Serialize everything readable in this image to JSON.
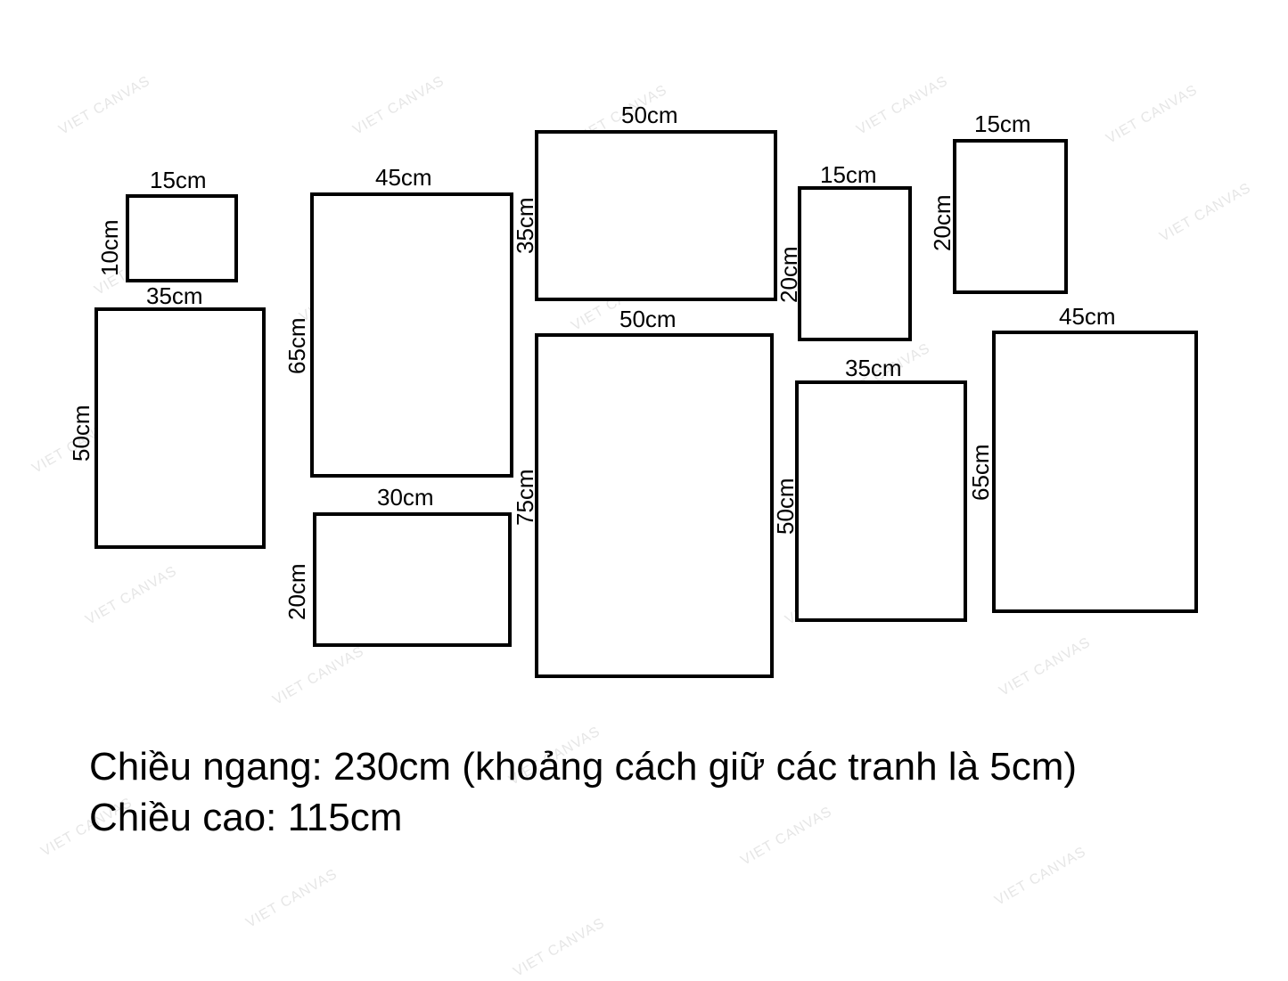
{
  "watermark": "VIET CANVAS",
  "frames": [
    {
      "id": "f1",
      "width_label": "15cm",
      "height_label": "10cm"
    },
    {
      "id": "f2",
      "width_label": "35cm",
      "height_label": "50cm"
    },
    {
      "id": "f3",
      "width_label": "45cm",
      "height_label": "65cm"
    },
    {
      "id": "f4",
      "width_label": "30cm",
      "height_label": "20cm"
    },
    {
      "id": "f5",
      "width_label": "50cm",
      "height_label": "35cm"
    },
    {
      "id": "f6",
      "width_label": "50cm",
      "height_label": "75cm"
    },
    {
      "id": "f7",
      "width_label": "15cm",
      "height_label": "20cm"
    },
    {
      "id": "f8",
      "width_label": "35cm",
      "height_label": "50cm"
    },
    {
      "id": "f9",
      "width_label": "15cm",
      "height_label": "20cm"
    },
    {
      "id": "f10",
      "width_label": "45cm",
      "height_label": "65cm"
    }
  ],
  "caption": {
    "line1": "Chiều ngang: 230cm (khoảng cách giữ các tranh là 5cm)",
    "line2": "Chiều cao: 115cm"
  }
}
